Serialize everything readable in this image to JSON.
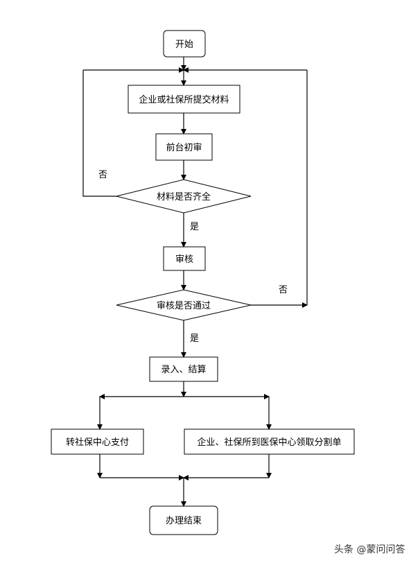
{
  "nodes": {
    "start": "开始",
    "submit": "企业或社保所提交材料",
    "front_review": "前台初审",
    "materials_complete": "材料是否齐全",
    "review": "审核",
    "review_passed": "审核是否通过",
    "entry_settlement": "录入、结算",
    "transfer_payment": "转社保中心支付",
    "collect_allocation": "企业、社保所到医保中心领取分割单",
    "end": "办理结束"
  },
  "edge_labels": {
    "materials_no": "否",
    "materials_yes": "是",
    "review_no": "否",
    "review_yes": "是"
  },
  "watermark": "头条 @蒙问问答"
}
